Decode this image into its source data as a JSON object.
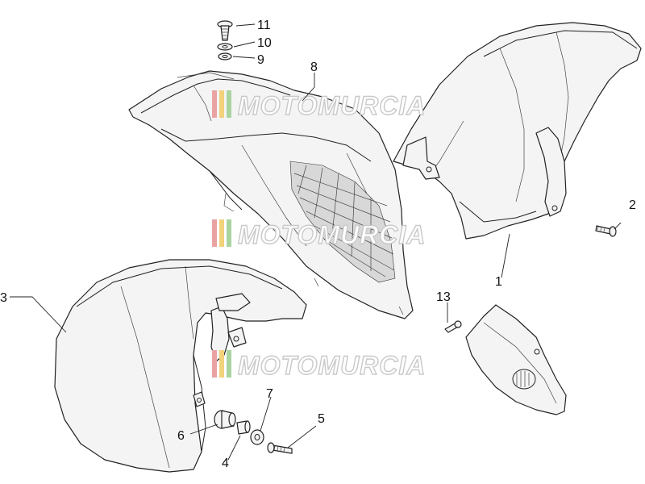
{
  "watermark": {
    "text": "MOTOMURCIA",
    "stripe_colors": [
      "#e9a3a3",
      "#f2d27a",
      "#a9d4a0"
    ]
  },
  "callouts": [
    {
      "id": "1",
      "label": "1"
    },
    {
      "id": "2",
      "label": "2"
    },
    {
      "id": "3",
      "label": "3"
    },
    {
      "id": "4",
      "label": "4"
    },
    {
      "id": "5",
      "label": "5"
    },
    {
      "id": "6",
      "label": "6"
    },
    {
      "id": "7",
      "label": "7"
    },
    {
      "id": "8",
      "label": "8"
    },
    {
      "id": "9",
      "label": "9"
    },
    {
      "id": "10",
      "label": "10"
    },
    {
      "id": "11",
      "label": "11"
    },
    {
      "id": "13",
      "label": "13"
    }
  ]
}
